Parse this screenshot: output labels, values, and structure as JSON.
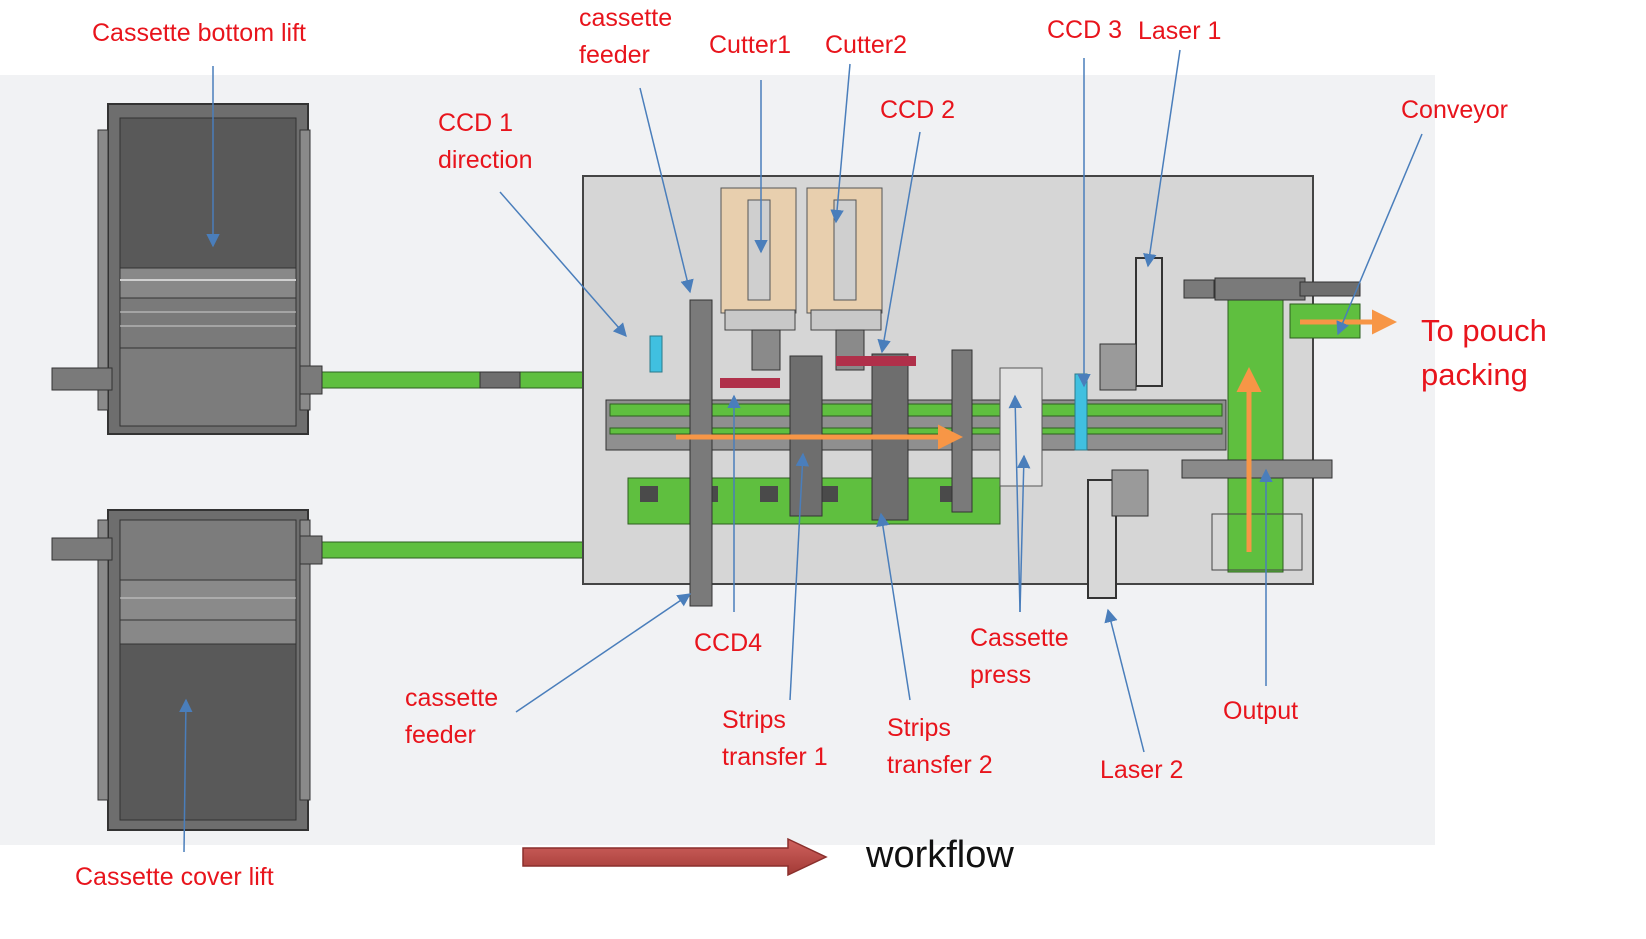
{
  "labels": {
    "cassette_bottom_lift": "Cassette bottom lift",
    "cassette_feeder_top": "cassette\nfeeder",
    "cutter1": "Cutter1",
    "cutter2": "Cutter2",
    "ccd3": "CCD 3",
    "laser1": "Laser 1",
    "ccd1_direction": "CCD 1\ndirection",
    "ccd2": "CCD 2",
    "conveyor": "Conveyor",
    "to_pouch_packing": "To pouch\npacking",
    "ccd4": "CCD4",
    "cassette_press": "Cassette\npress",
    "cassette_feeder_bottom": "cassette\nfeeder",
    "strips_transfer_1": "Strips\ntransfer 1",
    "strips_transfer_2": "Strips\ntransfer 2",
    "laser2": "Laser 2",
    "output": "Output",
    "cassette_cover_lift": "Cassette cover lift"
  },
  "legend": {
    "workflow": "workflow"
  },
  "colors": {
    "label_text": "#e8141c",
    "leader_line": "#4a7ebb",
    "flow_arrow": "#f79646",
    "workflow_arrow": "#c0504d",
    "conveyor_green": "#5fbf3f",
    "machine_gray": "#6e6e6e",
    "plate_gray": "#d6d6d6",
    "cutter_tan": "#e8cfae"
  }
}
